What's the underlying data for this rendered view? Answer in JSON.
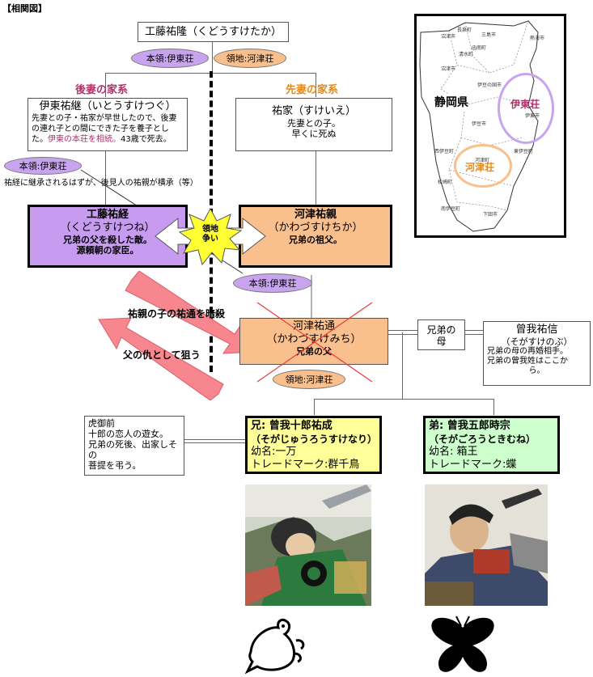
{
  "heading": "【相関図】",
  "top_person": "工藤祐隆（くどうすけたか）",
  "top_ovals": {
    "left": "本領:伊東荘",
    "right": "領地:河津荘"
  },
  "second_wife_label": "後妻の家系",
  "first_wife_label": "先妻の家系",
  "sukeshige": {
    "name": "伊東祐継（いとうすけつぐ）",
    "desc_lines": [
      "先妻との子・祐家が早世したので、後妻",
      "の連れ子との間にできた子を養子とし",
      "た。"
    ],
    "desc_highlight": "伊東の本荘を相続。",
    "desc_tail": "43歳で死去。"
  },
  "sukeie": {
    "name": "祐家（すけいえ）",
    "desc_lines": [
      "先妻との子。",
      "早くに死ぬ"
    ]
  },
  "oval_honryo_small": "本領:伊東荘",
  "note_inherit": "祐経に継承されるはずが、後見人の祐親が横承（等）",
  "suketsune": {
    "name": "工藤祐経",
    "reading": "（くどうすけつね）",
    "desc_lines": [
      "兄弟の父を殺した敵。",
      "源頼朝の家臣。"
    ]
  },
  "starburst": [
    "領地",
    "争い"
  ],
  "sukechika": {
    "name": "河津祐親",
    "reading": "（かわづすけちか）",
    "desc": "兄弟の祖父。"
  },
  "oval_honryo_mid": "本領:伊東荘",
  "arrow_texts": {
    "assassinate": "祐親の子の祐通を暗殺",
    "revenge": "父の仇として狙う"
  },
  "sukemichi": {
    "name": "河津祐通",
    "reading": "（かわづすけみち）",
    "desc": "兄弟の父"
  },
  "oval_kawazu": "領地:河津荘",
  "mother_box": [
    "兄弟の",
    "母"
  ],
  "sukenobu": {
    "name": "曾我祐信",
    "reading": "（そがすけのぶ）",
    "desc_lines": [
      "兄弟の母の再婚相手。",
      "兄弟の曾我姓はここか",
      "ら。"
    ]
  },
  "toragozen": {
    "lines": [
      "虎御前",
      "十郎の恋人の遊女。",
      "兄弟の死後、出家しそ",
      "の",
      "菩提を弔う。"
    ]
  },
  "brother_elder": {
    "name": "兄: 曾我十郎祐成",
    "reading": "（そがじゅうろうすけなり）",
    "childhood": "幼名:一万",
    "trademark": "トレードマーク:群千鳥"
  },
  "brother_younger": {
    "name": "弟: 曾我五郎時宗",
    "reading": "（そがごろうときむね）",
    "childhood": "幼名: 箱王",
    "trademark": "トレードマーク:蝶"
  },
  "map": {
    "title": "静岡県",
    "ito": "伊東荘",
    "kawazu": "河津荘",
    "places": [
      "沼津市",
      "長泉町",
      "三島市",
      "函南町",
      "熱海市",
      "清水町",
      "伊豆の国市",
      "伊豆市",
      "伊東市",
      "沼津市",
      "西伊豆町",
      "河津町",
      "東伊豆町",
      "松崎町",
      "南伊豆町",
      "下田市"
    ]
  },
  "colors": {
    "suketsune_bg": "#c79bf0",
    "sukechika_bg": "#f9c08e",
    "sukemichi_bg": "#f9c08e",
    "elder_bg": "#ffff99",
    "younger_bg": "#ccffcc",
    "oval_purple": "#c8a4ee",
    "oval_orange": "#f9c08e",
    "arrow": "#f7868e"
  }
}
